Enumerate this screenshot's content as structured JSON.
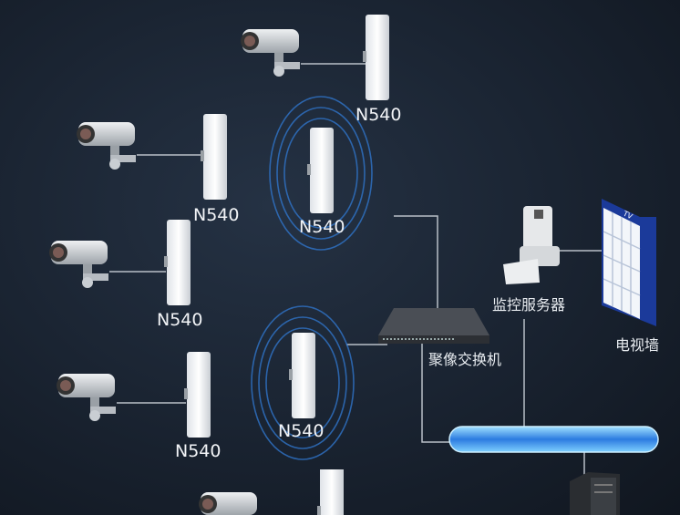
{
  "device_label": "N540",
  "labels": {
    "switch": "聚像交换机",
    "server": "监控服务器",
    "tv_wall": "电视墙",
    "tv_badge": "TV"
  },
  "colors": {
    "background": "#1a2230",
    "bus": "#3d8fe6",
    "rings": "#2f74c9"
  }
}
